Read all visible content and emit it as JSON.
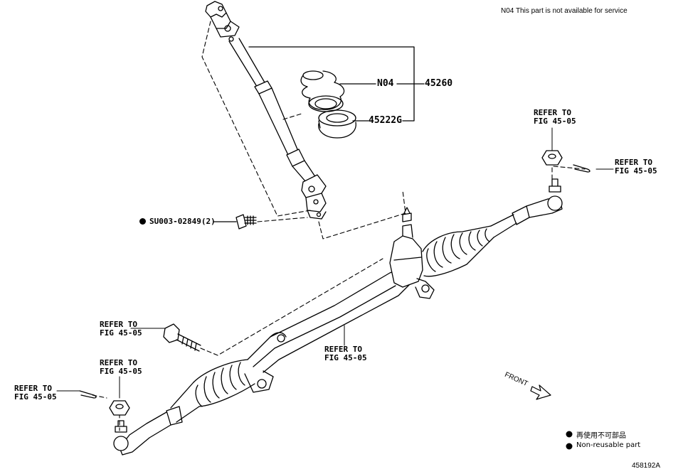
{
  "note": "N04 This part is not available for service",
  "figure_id": "458192A",
  "direction": "FRONT",
  "callouts": {
    "n04": "N04",
    "p45260": "45260",
    "p45222g": "45222G",
    "su003": "SU003-02849(2)"
  },
  "refer": {
    "line1": "REFER TO",
    "line2": "FIG 45-05"
  },
  "legend": {
    "jp": "再使用不可部品",
    "en": "Non-reusable part"
  }
}
